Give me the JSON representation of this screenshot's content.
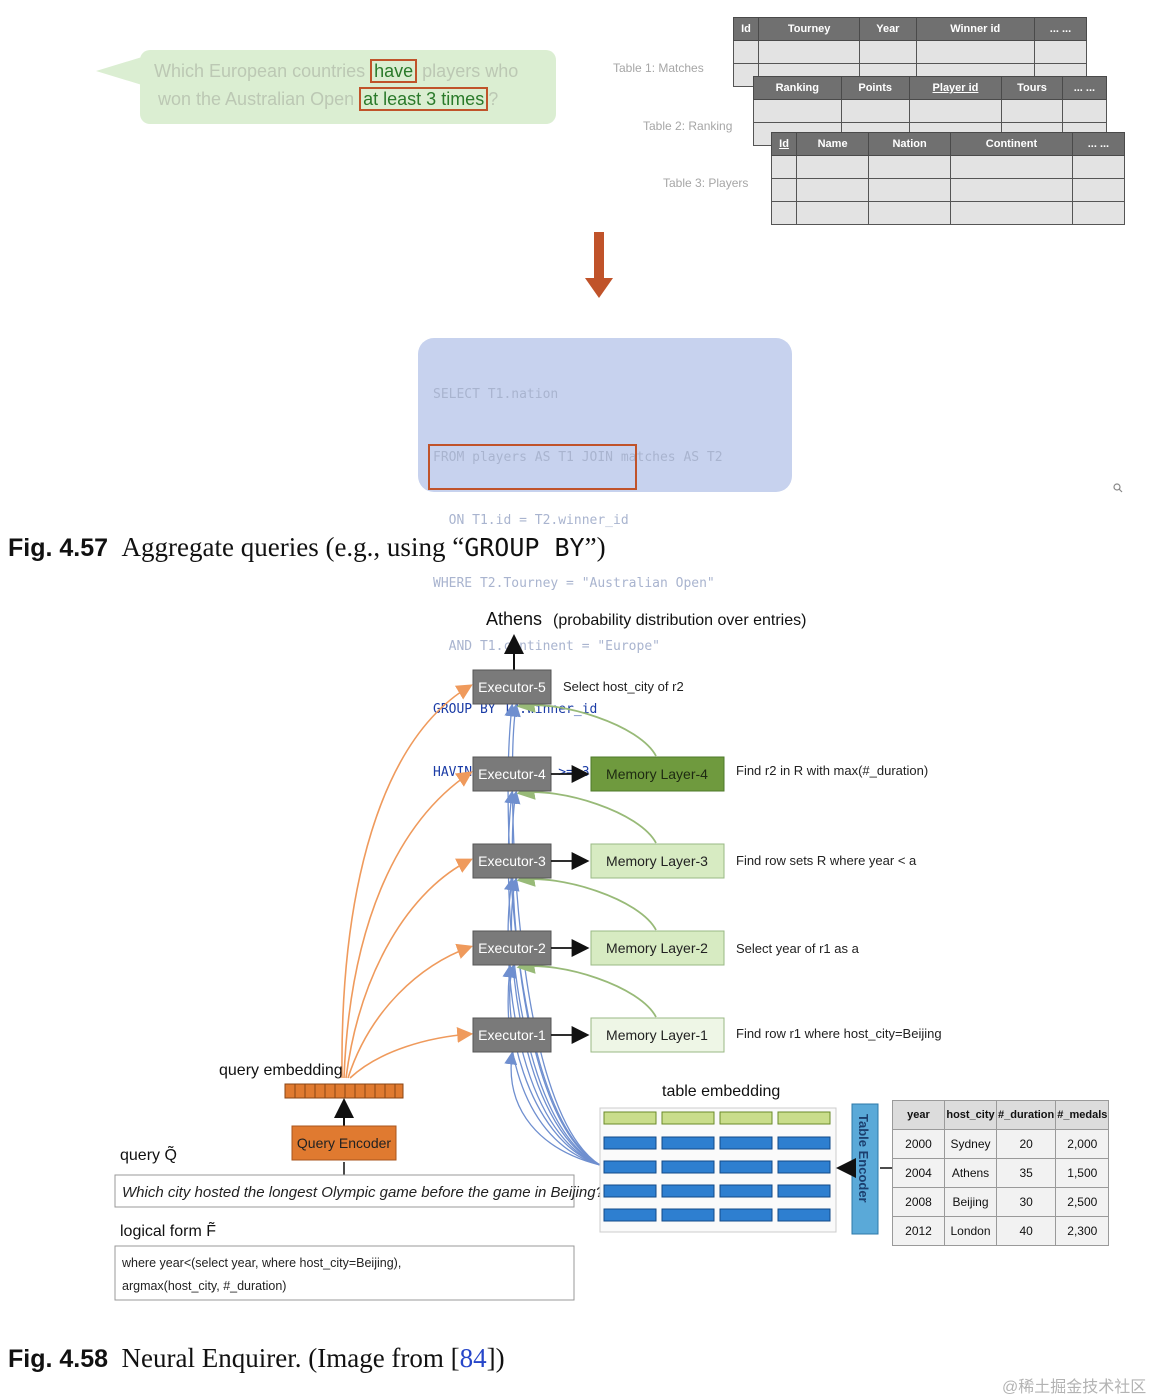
{
  "fig457": {
    "question": {
      "line1_pre": "Which European countries ",
      "line1_hl": "have",
      "line1_post": " players who",
      "line2_pre": "won the Australian Open ",
      "line2_hl": "at least 3 times",
      "line2_post": "?"
    },
    "tables": [
      {
        "label": "Table 1: Matches",
        "headers": [
          "Id",
          "Tourney",
          "Year",
          "Winner id",
          "... ..."
        ]
      },
      {
        "label": "Table 2: Ranking",
        "headers": [
          "Ranking",
          "Points",
          "Player id",
          "Tours",
          "... ..."
        ]
      },
      {
        "label": "Table 3: Players",
        "headers": [
          "Id",
          "Name",
          "Nation",
          "Continent",
          "... ..."
        ]
      }
    ],
    "sql": [
      "SELECT T1.nation",
      "FROM players AS T1 JOIN matches AS T2",
      "  ON T1.id = T2.winner_id",
      "WHERE T2.Tourney = \"Australian Open\"",
      "  AND T1.continent = \"Europe\"",
      "GROUP BY T2.winner_id",
      "HAVING COUNT(*) >= 3"
    ],
    "caption": {
      "num": "Fig. 4.57",
      "text": "Aggregate queries (e.g., using “",
      "code": "GROUP BY",
      "end": "”)"
    },
    "colors": {
      "bubble": "#dbeed2",
      "highlight_box": "#c0532a",
      "arrow": "#c0532a",
      "sql_bg": "#c7d2ee"
    }
  },
  "fig458": {
    "output": {
      "word": "Athens",
      "note": "(probability distribution over entries)"
    },
    "executors": [
      "Executor-5",
      "Executor-4",
      "Executor-3",
      "Executor-2",
      "Executor-1"
    ],
    "memory_layers": [
      "Memory Layer-4",
      "Memory Layer-3",
      "Memory Layer-2",
      "Memory Layer-1"
    ],
    "ops": [
      "Select host_city of r2",
      "Find r2 in R with max(#_duration)",
      "Find row sets R where year < a",
      "Select year of r1 as a",
      "Find row r1 where host_city=Beijing"
    ],
    "query_embedding_label": "query embedding",
    "query_encoder_label": "Query Encoder",
    "table_embedding_label": "table embedding",
    "table_encoder_label": "Table Encoder",
    "query_label": "query Q̃",
    "query_text": "Which city hosted the longest Olympic game before the game in Beijing?",
    "logical_form_label": "logical form F̃",
    "logical_form": [
      "where year<(select year, where host_city=Beijing),",
      "argmax(host_city, #_duration)"
    ],
    "table": {
      "headers": [
        "year",
        "host_city",
        "#_duration",
        "#_medals"
      ],
      "rows": [
        [
          "2000",
          "Sydney",
          "20",
          "2,000"
        ],
        [
          "2004",
          "Athens",
          "35",
          "1,500"
        ],
        [
          "2008",
          "Beijing",
          "30",
          "2,500"
        ],
        [
          "2012",
          "London",
          "40",
          "2,300"
        ]
      ]
    },
    "caption": {
      "num": "Fig. 4.58",
      "text": "Neural Enquirer.  (Image from [",
      "cite": "84",
      "end": "])"
    },
    "colors": {
      "executor": "#7a7a7a",
      "memory_dark": "#6f9a3e",
      "memory_light": "#d7ebc2",
      "query_encoder": "#e07a30",
      "table_encoder": "#5aa9d8",
      "orange_arrow": "#ef9a5c",
      "blue_arrow": "#6f8fcf",
      "green_arrow": "#98ba78"
    }
  },
  "watermark": "@稀土掘金技术社区"
}
